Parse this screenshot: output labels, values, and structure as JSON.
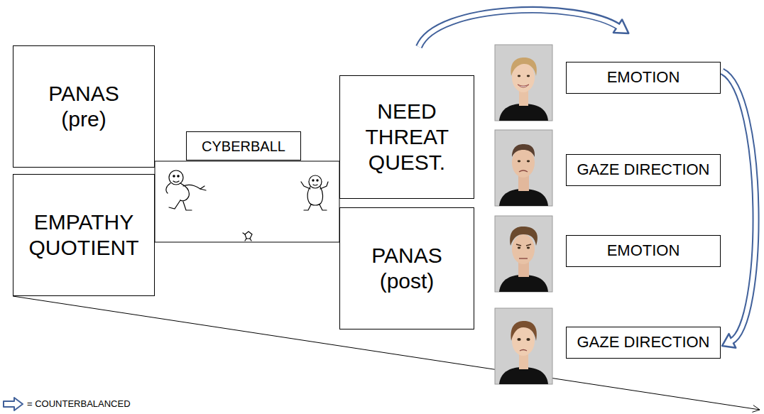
{
  "diagram": {
    "nodes": [
      {
        "text": [
          "PANAS (pre)"
        ]
      },
      {
        "text": [
          "EMPATHY QUOTIENT"
        ]
      },
      {
        "text": [
          "CYBERBALL"
        ]
      },
      {
        "text": [
          "NEED THREAT QUEST."
        ]
      },
      {
        "text": [
          "PANAS (post)"
        ]
      },
      {
        "text": [
          "EMOTION"
        ]
      },
      {
        "text": [
          "GAZE DIRECTION"
        ]
      },
      {
        "text": [
          "EMOTION"
        ]
      },
      {
        "text": [
          "GAZE DIRECTION"
        ]
      }
    ],
    "edges": [
      {
        "from": 5,
        "to": 8,
        "arrow": "to"
      }
    ],
    "legend": [
      {
        "text": "= COUNTERBALANCED"
      }
    ]
  }
}
